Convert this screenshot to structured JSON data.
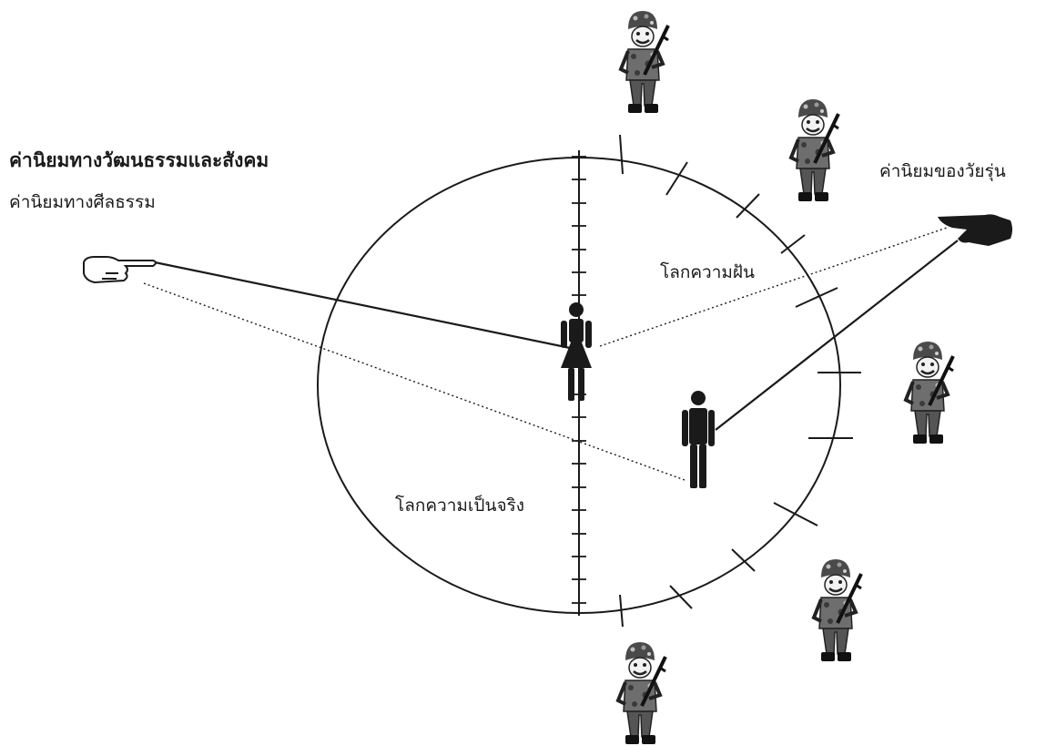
{
  "labels": {
    "cultural_social_values": "ค่านิยมทางวัฒนธรรมและสังคม",
    "moral_values": "ค่านิยมทางศีลธรรม",
    "teen_values": "ค่านิยมของวัยรุ่น",
    "dream_world": "โลกความฝัน",
    "real_world": "โลกความเป็นจริง"
  },
  "icons": {
    "soldier": "soldier-icon",
    "woman": "woman-figure-icon",
    "man": "man-figure-icon",
    "left_hand": "pointing-hand-outline-icon",
    "right_hand": "pointing-hand-dark-icon"
  },
  "colors": {
    "line": "#1a1a1a",
    "soldier_dark": "#2b2b2b",
    "soldier_mid": "#6e6e6e",
    "soldier_light": "#bdbdbd"
  }
}
